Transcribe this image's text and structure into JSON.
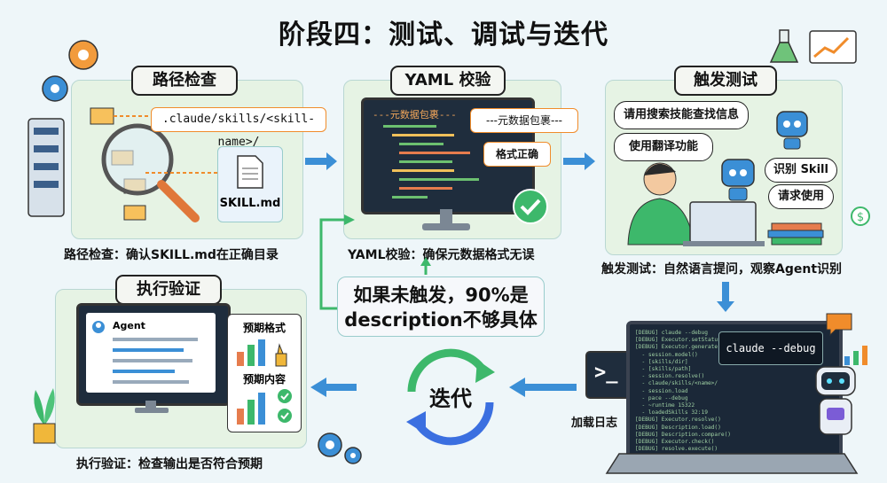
{
  "title": "阶段四：测试、调试与迭代",
  "stage_path": {
    "title": "路径检查",
    "path_label": ".claude/skills/<skill-name>/",
    "file_label": "SKILL.md",
    "caption": "路径检查：确认SKILL.md在正确目录"
  },
  "stage_yaml": {
    "title": "YAML 校验",
    "screen_header": "---元数据包裹---",
    "tag_meta": "---元数据包裹---",
    "tag_format": "格式正确",
    "caption": "YAML校验：确保元数据格式无误"
  },
  "stage_trigger": {
    "title": "触发测试",
    "bubble1": "请用搜索技能查找信息",
    "bubble2": "使用翻译功能",
    "bubble3": "识别 Skill",
    "bubble4": "请求使用",
    "caption": "触发测试：自然语言提问，观察Agent识别"
  },
  "note": {
    "line1": "如果未触发，90%是",
    "line2": "description不够具体"
  },
  "stage_exec": {
    "title": "执行验证",
    "agent_label": "Agent",
    "expected_format": "预期格式",
    "expected_content": "预期内容",
    "caption": "执行验证：检查输出是否符合预期"
  },
  "iterate": {
    "label": "迭代"
  },
  "debug": {
    "terminal_prompt": ">_",
    "log_label": "加载日志",
    "command": "claude --debug",
    "log_lines": [
      "[DEBUG] claude --debug",
      "[DEBUG] Executor.setStatus",
      "[DEBUG] Executor.generate",
      "  - session.model()",
      "  - [skills/dir]",
      "  - [skills/path]",
      "  - session.resolve()",
      "  - claude/skills/<name>/",
      "  - session.load",
      "  - pace --debug",
      "  - ~runtime 15322",
      "  - loadedSkills 32:19",
      "[DEBUG] Executor.resolve()",
      "[DEBUG] Description.load()",
      "[DEBUG] Description.compare()",
      "[DEBUG] Executor.check()",
      "[DEBUG] resolve.execute()"
    ]
  },
  "colors": {
    "panel_bg": "#e6f3e4",
    "accent_blue": "#3b8fd6",
    "accent_orange": "#f08c2b",
    "accent_green": "#3db86b"
  }
}
